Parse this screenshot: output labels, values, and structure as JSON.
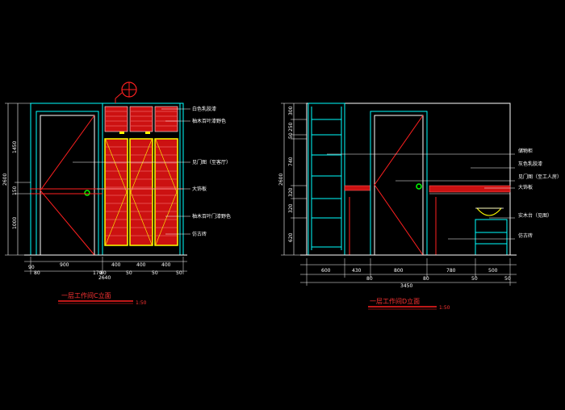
{
  "colors": {
    "background": "#000000",
    "cyan": "#00ffff",
    "red": "#ff2020",
    "yellow": "#ffff00",
    "white": "#ffffff",
    "green": "#00ff00",
    "magenta": "#ff00ff"
  },
  "left_elevation": {
    "title": "一层工作间C立面",
    "scale": "1:50",
    "labels": [
      "白色乳胶漆",
      "柚木百叶漆野色",
      "见门图（至客厅）",
      "大饰板",
      "柚木百叶门漆野色",
      "仿古砖"
    ],
    "vertical_dims": [
      "2600",
      "1450",
      "150",
      "1000"
    ],
    "bottom_dims_row1": [
      "90",
      "900",
      "170",
      "400",
      "400",
      "400"
    ],
    "bottom_dims_row2": [
      "80",
      "80",
      "50",
      "50",
      "50"
    ],
    "total": "2640"
  },
  "right_elevation": {
    "title": "一层工作间D立面",
    "scale": "1:50",
    "labels": [
      "储物柜",
      "灰色乳胶漆",
      "见门图（至工人房）",
      "大饰板",
      "实木台（见图）",
      "仿古砖"
    ],
    "vertical_dims": [
      "300",
      "250",
      "50",
      "740",
      "320",
      "320",
      "620",
      "2600"
    ],
    "bottom_dims_row1": [
      "600",
      "430",
      "800",
      "780",
      "500"
    ],
    "bottom_dims_row2": [
      "80",
      "80",
      "50",
      "50"
    ],
    "total": "3450"
  }
}
